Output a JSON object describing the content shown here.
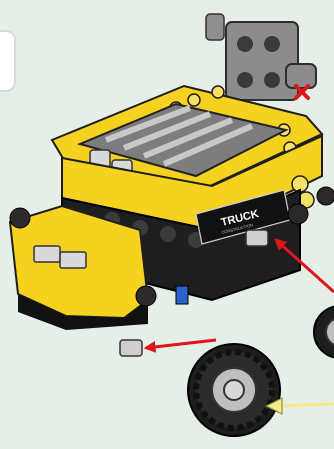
{
  "brand": {
    "logo_text": "TRUCK",
    "logo_subtext": "CONSTRUCTION"
  },
  "icons": {
    "step_tab": "step-indicator-tab",
    "arrows": "assembly-arrow",
    "callout": "callout-arrow"
  },
  "colors": {
    "background": "#e6efe7",
    "brick_yellow": "#f4d21f",
    "brick_black": "#1e1e1e",
    "brick_gray": "#8a8a8a",
    "arrow_red": "#e0151b",
    "callout_yellow": "#f3ea8c"
  }
}
